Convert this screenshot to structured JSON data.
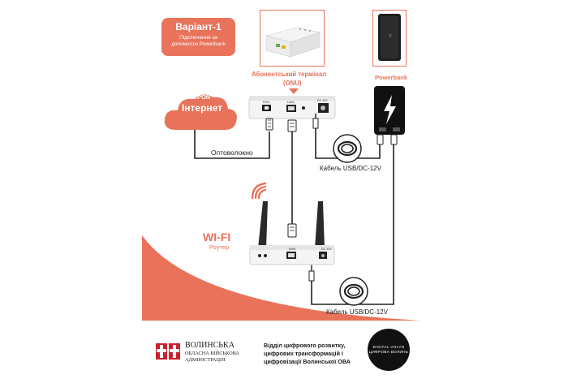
{
  "variant": {
    "title": "Варіант-1",
    "subtitle_line1": "Підключення за",
    "subtitle_line2": "допомогою Powerbank"
  },
  "internet": {
    "line1": "xPON",
    "line2": "Інтернет"
  },
  "onu": {
    "label_line1": "Абонентський термінал",
    "label_line2": "(ONU)",
    "port_pon": "PON",
    "port_lan": "LAN1",
    "port_dc": "DC 12V"
  },
  "powerbank": {
    "label": "Powerbank"
  },
  "fiber": {
    "label": "Оптоволокно"
  },
  "cable_top": {
    "label": "Кабель USB/DC-12V"
  },
  "wifi": {
    "title": "WI-FI",
    "subtitle": "Роутер",
    "port_wan": "WAN",
    "port_dc": "DC 12V"
  },
  "cable_bottom": {
    "label": "Кабель USB/DC-12V"
  },
  "footer": {
    "org_line1": "ВОЛИНСЬКА",
    "org_line2": "ОБЛАСНА ВІЙСЬКОВА",
    "org_line3": "АДМІНІСТРАЦІЯ",
    "dept_line1": "Відділ цифрового розвитку,",
    "dept_line2": "цифрових трансформацій і",
    "dept_line3": "цифровізації Волинської ОВА",
    "badge_line1": "DIGITAL VOLYN",
    "badge_line2": "ЦИФРОВА ВОЛИНЬ"
  },
  "colors": {
    "accent": "#e8735a",
    "device": "#f5f5f5",
    "dark": "#1a1a1a",
    "cable": "#222222"
  }
}
